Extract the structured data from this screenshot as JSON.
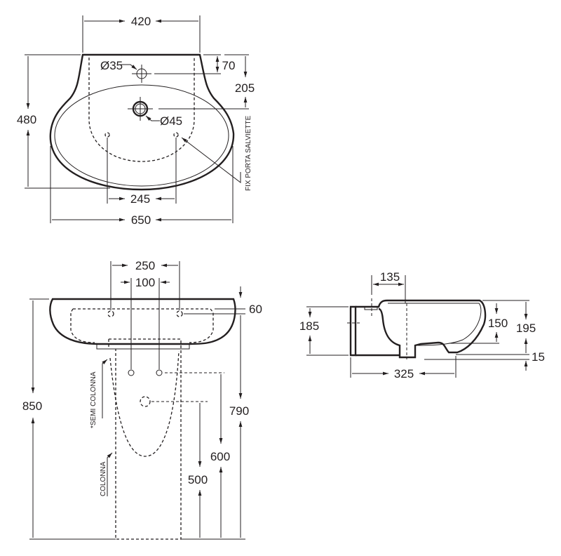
{
  "top_view": {
    "width_back": "420",
    "depth": "480",
    "tap_hole_offset": "70",
    "waste_offset": "205",
    "tap_hole_diameter": "Ø35",
    "waste_diameter": "Ø45",
    "fixing_spacing": "245",
    "width_total": "650",
    "towel_rail_note": "FIX PORTA SALVIETTE"
  },
  "front_view": {
    "fixing_spacing_outer": "250",
    "fixing_spacing_inner": "100",
    "rim_offset": "60",
    "total_height": "850",
    "fixing_height": "790",
    "supply_height": "600",
    "waste_height": "500",
    "semi_column_label": "*SEMI COLONNA",
    "column_label": "COLONNA"
  },
  "side_view": {
    "tap_offset": "135",
    "wall_height": "185",
    "bowl_depth": "150",
    "total_height": "195",
    "bottom_offset": "15",
    "projection": "325"
  }
}
